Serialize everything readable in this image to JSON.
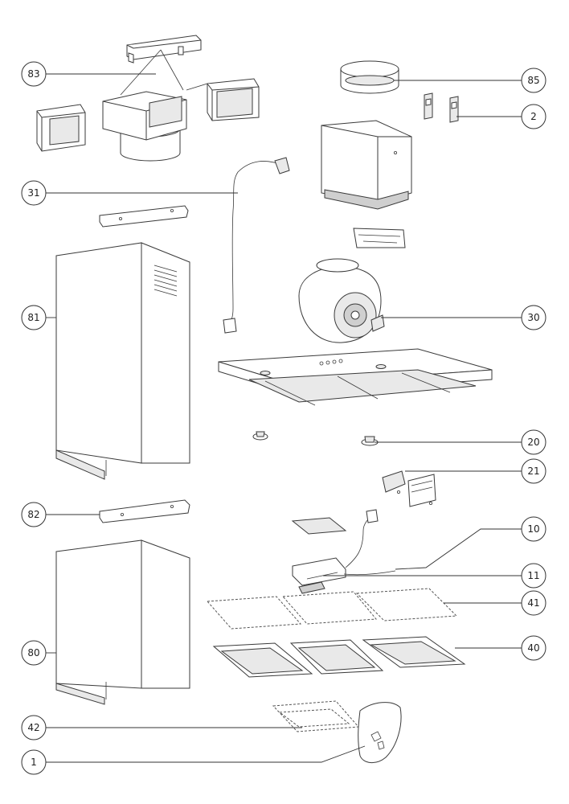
{
  "callouts": [
    {
      "id": "83",
      "label": "83"
    },
    {
      "id": "85",
      "label": "85"
    },
    {
      "id": "2",
      "label": "2"
    },
    {
      "id": "31",
      "label": "31"
    },
    {
      "id": "81",
      "label": "81"
    },
    {
      "id": "30",
      "label": "30"
    },
    {
      "id": "20",
      "label": "20"
    },
    {
      "id": "21",
      "label": "21"
    },
    {
      "id": "82",
      "label": "82"
    },
    {
      "id": "10",
      "label": "10"
    },
    {
      "id": "11",
      "label": "11"
    },
    {
      "id": "41",
      "label": "41"
    },
    {
      "id": "80",
      "label": "80"
    },
    {
      "id": "40",
      "label": "40"
    },
    {
      "id": "42",
      "label": "42"
    },
    {
      "id": "1",
      "label": "1"
    }
  ]
}
